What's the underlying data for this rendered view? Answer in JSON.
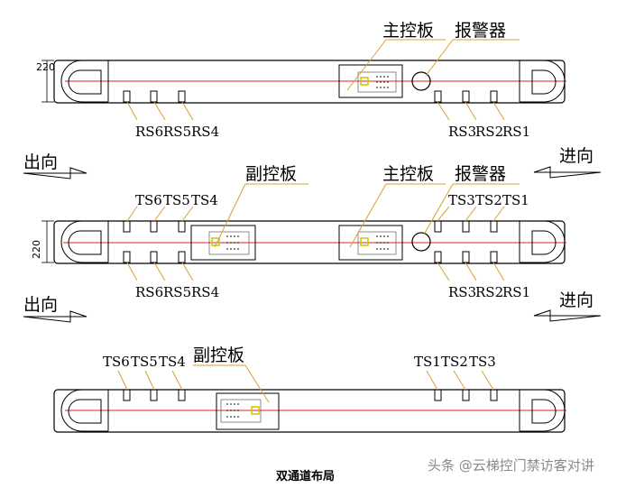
{
  "panel1": {
    "dim": "220",
    "main_board": "主控板",
    "alarm": "报警器",
    "sensors_left": [
      "RS6",
      "RS5",
      "RS4"
    ],
    "sensors_right": [
      "RS3",
      "RS2",
      "RS1"
    ]
  },
  "panel2": {
    "exit_label": "出向",
    "entry_label": "进向",
    "sub_board": "副控板",
    "main_board": "主控板",
    "alarm": "报警器",
    "dim": "220",
    "top_left": [
      "TS6",
      "TS5",
      "TS4"
    ],
    "top_right": [
      "TS3",
      "TS2",
      "TS1"
    ],
    "bottom_left": [
      "RS6",
      "RS5",
      "RS4"
    ],
    "bottom_right": [
      "RS3",
      "RS2",
      "RS1"
    ],
    "exit_label_2": "出向",
    "entry_label_2": "进向"
  },
  "panel3": {
    "top_left": [
      "TS6",
      "TS5",
      "TS4"
    ],
    "sub_board": "副控板",
    "top_right": [
      "TS1",
      "TS2",
      "TS3"
    ]
  },
  "caption": "双通道布局",
  "watermark": "头条 @云梯控门禁访客对讲",
  "colors": {
    "line": "#000000",
    "center": "#e02020",
    "leader": "#d9a030",
    "pcb": "#c8c800"
  }
}
